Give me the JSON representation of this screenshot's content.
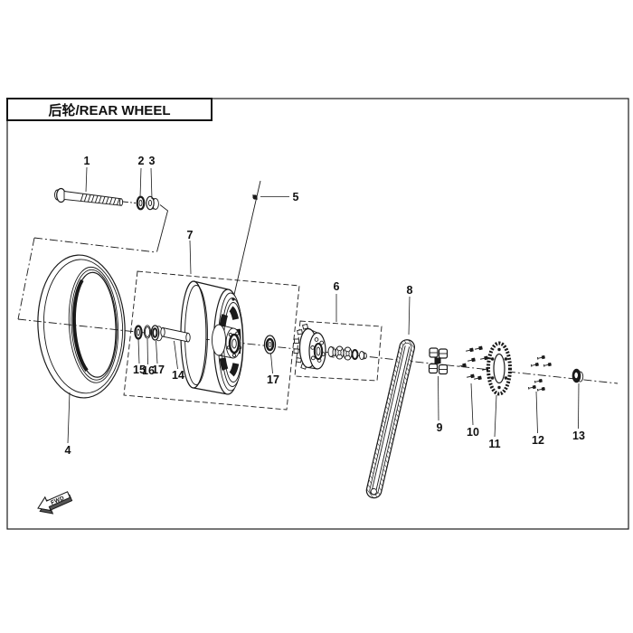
{
  "page": {
    "title": "后轮/REAR WHEEL",
    "background": "#ffffff",
    "line_color": "#1a1a1a"
  },
  "direction_marker": {
    "label": "FWD"
  },
  "callouts": [
    {
      "number": "1"
    },
    {
      "number": "2"
    },
    {
      "number": "3"
    },
    {
      "number": "4"
    },
    {
      "number": "5"
    },
    {
      "number": "6"
    },
    {
      "number": "7"
    },
    {
      "number": "8"
    },
    {
      "number": "9"
    },
    {
      "number": "10"
    },
    {
      "number": "11"
    },
    {
      "number": "12"
    },
    {
      "number": "13"
    },
    {
      "number": "14"
    },
    {
      "number": "15"
    },
    {
      "number": "16"
    },
    {
      "number": "17"
    },
    {
      "number": "17"
    }
  ]
}
